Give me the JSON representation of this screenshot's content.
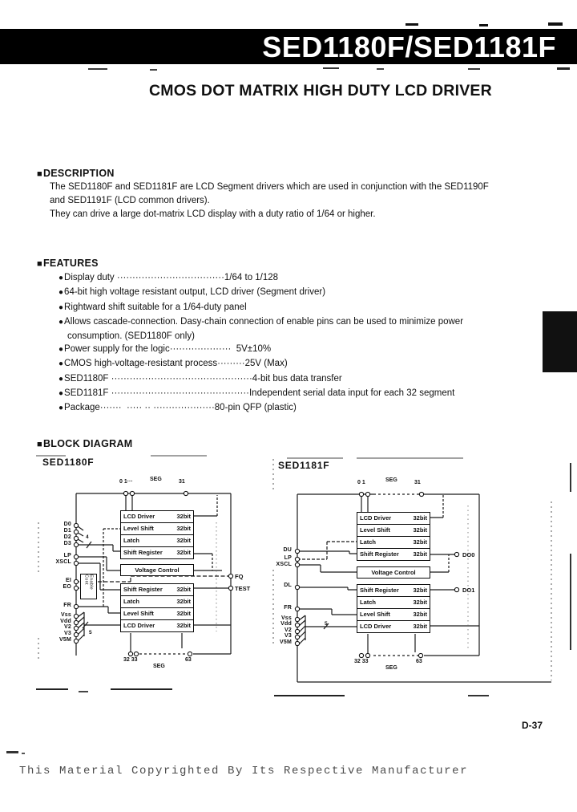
{
  "page": {
    "header_title": "SED1180F/SED1181F",
    "subtitle": "CMOS DOT MATRIX HIGH DUTY LCD DRIVER",
    "section_marker": "■",
    "bullet_char": "●",
    "page_number": "D-37",
    "footer_text": "This Material Copyrighted By Its Respective Manufacturer"
  },
  "description": {
    "heading": "DESCRIPTION",
    "lines": [
      "The SED1180F and SED1181F are LCD Segment drivers which are used in conjunction with the SED1190F",
      "and SED1191F (LCD common drivers).",
      "They can drive a large dot-matrix LCD display with a duty ratio of 1/64 or higher."
    ]
  },
  "features": {
    "heading": "FEATURES",
    "lines": [
      {
        "bullet": true,
        "text": "Display duty ···································1/64 to 1/128"
      },
      {
        "bullet": true,
        "text": "64-bit high voltage resistant output, LCD driver (Segment driver)"
      },
      {
        "bullet": true,
        "text": "Rightward shift suitable for a 1/64-duty panel"
      },
      {
        "bullet": true,
        "text": "Allows cascade-connection. Dasy-chain connection of enable pins can be used to minimize power"
      },
      {
        "bullet": false,
        "text": "consumption. (SED1180F only)"
      },
      {
        "bullet": true,
        "text": "Power supply for the logic····················  5V±10%"
      },
      {
        "bullet": true,
        "text": "CMOS high-voltage-resistant process·········25V (Max)"
      },
      {
        "bullet": true,
        "text": "SED1180F ··············································4-bit bus data transfer"
      },
      {
        "bullet": true,
        "text": "SED1181F ·············································Independent serial data input for each 32 segment"
      },
      {
        "bullet": true,
        "text": "Package·······  ····· ·· ····················80-pin QFP (plastic)"
      }
    ]
  },
  "block_diagram": {
    "heading": "BLOCK DIAGRAM",
    "bit_label": "32bit",
    "sed1180f": {
      "title": "SED1180F",
      "top_left_pins": "0 1···",
      "top_seg": "SEG",
      "top_right_pin": "31",
      "bottom_left_pins": "32 33",
      "bottom_seg": "SEG",
      "bottom_right_pin": "63",
      "blocks_upper": [
        "LCD Driver",
        "Level Shift",
        "Latch",
        "Shift Register"
      ],
      "voltage_control": "Voltage Control",
      "blocks_lower": [
        "Shift Register",
        "Latch",
        "Level Shift",
        "LCD Driver"
      ],
      "enable_cont": "Enable Cont",
      "pin_d0": "D0",
      "pin_d1": "D1",
      "pin_d2": "D2",
      "pin_d3": "D3",
      "pin_lp": "LP",
      "pin_xscl": "XSCL",
      "pin_ei": "EI",
      "pin_eo": "EO",
      "pin_fr": "FR",
      "pin_vss": "Vss",
      "pin_vdd": "Vdd",
      "pin_v2": "V2",
      "pin_v3": "V3",
      "pin_v5m": "V5M",
      "pin_fq": "FQ",
      "pin_test": "TEST",
      "bus_data": "4",
      "bus_power": "5"
    },
    "sed1181f": {
      "title": "SED1181F",
      "top_left_pins": "0 1",
      "top_seg": "SEG",
      "top_right_pin": "31",
      "bottom_left_pins": "32 33",
      "bottom_seg": "SEG",
      "bottom_right_pin": "63",
      "blocks_upper": [
        "LCD Driver",
        "Level Shift",
        "Latch",
        "Shift Register"
      ],
      "voltage_control": "Voltage Control",
      "blocks_lower": [
        "Shift Register",
        "Latch",
        "Level Shift",
        "LCD Driver"
      ],
      "pin_du": "DU",
      "pin_lp": "LP",
      "pin_xscl": "XSCL",
      "pin_dl": "DL",
      "pin_fr": "FR",
      "pin_vss": "Vss",
      "pin_vdd": "Vdd",
      "pin_v2": "V2",
      "pin_v3": "V3",
      "pin_v5m": "V5M",
      "pin_do0": "DO0",
      "pin_do1": "DO1",
      "bus_power": "5"
    }
  }
}
